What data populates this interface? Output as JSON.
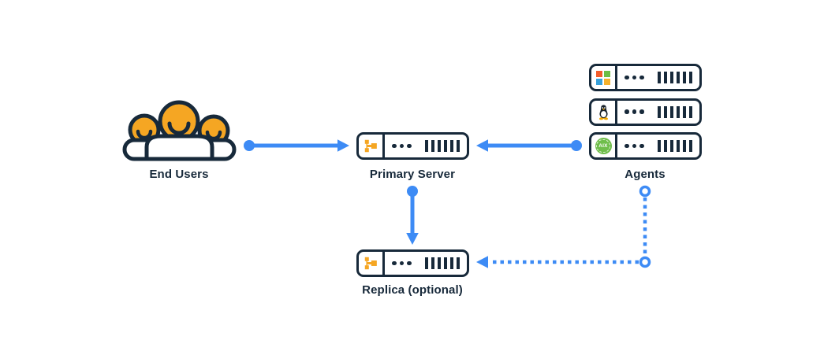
{
  "diagram": {
    "nodes": {
      "end_users": {
        "label": "End Users",
        "icon": "users-smiley-group-icon"
      },
      "primary_server": {
        "label": "Primary Server",
        "icon": "branch-icon"
      },
      "replica": {
        "label": "Replica (optional)",
        "icon": "branch-icon"
      },
      "agents": {
        "label": "Agents",
        "servers": [
          {
            "os_icon": "windows-logo-icon"
          },
          {
            "os_icon": "linux-tux-icon"
          },
          {
            "os_icon": "aix-logo-icon",
            "badge_text": "AIX"
          }
        ]
      }
    },
    "edges": [
      {
        "from": "End Users",
        "to": "Primary Server",
        "style": "solid-arrow"
      },
      {
        "from": "Agents",
        "to": "Primary Server",
        "style": "solid-arrow"
      },
      {
        "from": "Primary Server",
        "to": "Replica (optional)",
        "style": "solid-arrow"
      },
      {
        "from": "Agents",
        "to": "Replica (optional)",
        "style": "dotted-arrow"
      }
    ],
    "colors": {
      "arrow_blue": "#3D8BF5",
      "outline_dark": "#17293A",
      "accent_orange": "#F5A623",
      "aix_green": "#6FBE4B",
      "tux_yellow": "#F0A500",
      "windows_logo": [
        "#F25C2B",
        "#6CBE45",
        "#38A1DB",
        "#F3B12E"
      ],
      "background": "#FFFFFF"
    }
  }
}
